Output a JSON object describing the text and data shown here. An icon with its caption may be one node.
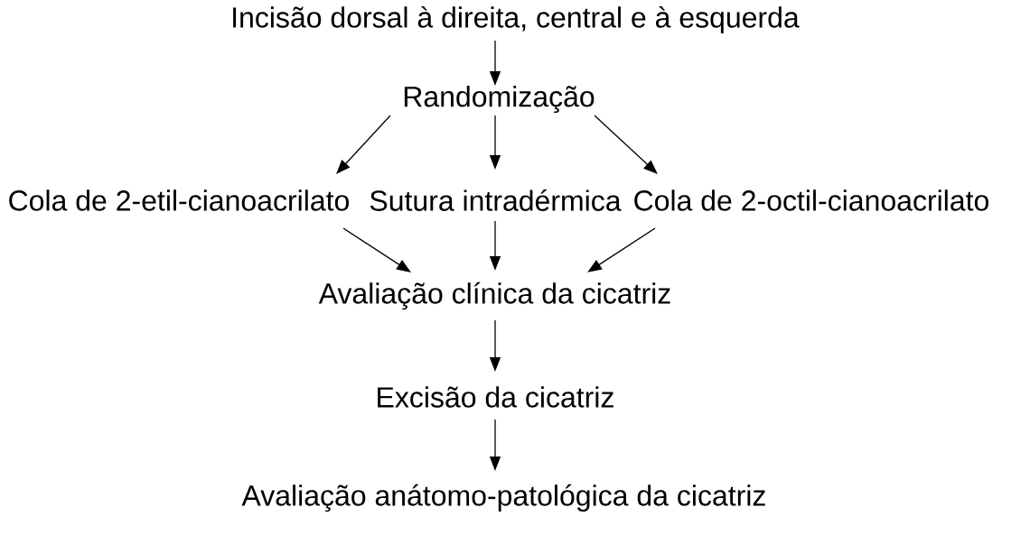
{
  "diagram": {
    "nodes": [
      {
        "text": [
          "Incisão dorsal à direita, central e à esquerda"
        ]
      },
      {
        "text": [
          "Randomização"
        ]
      },
      {
        "text": [
          "Cola de 2-etil-cianoacrilato"
        ]
      },
      {
        "text": [
          "Sutura intradérmica"
        ]
      },
      {
        "text": [
          "Cola de 2-octil-cianoacrilato"
        ]
      },
      {
        "text": [
          "Avaliação clínica da cicatriz"
        ]
      },
      {
        "text": [
          "Excisão da cicatriz"
        ]
      },
      {
        "text": [
          "Avaliação anátomo-patológica da cicatriz"
        ]
      }
    ],
    "edges": [
      {
        "from": 0,
        "to": 1,
        "arrow": "to"
      },
      {
        "from": 1,
        "to": 2,
        "arrow": "to"
      },
      {
        "from": 1,
        "to": 3,
        "arrow": "to"
      },
      {
        "from": 1,
        "to": 4,
        "arrow": "to"
      },
      {
        "from": 2,
        "to": 5,
        "arrow": "to"
      },
      {
        "from": 3,
        "to": 5,
        "arrow": "to"
      },
      {
        "from": 4,
        "to": 5,
        "arrow": "to"
      },
      {
        "from": 5,
        "to": 6,
        "arrow": "to"
      },
      {
        "from": 6,
        "to": 7,
        "arrow": "to"
      }
    ]
  }
}
